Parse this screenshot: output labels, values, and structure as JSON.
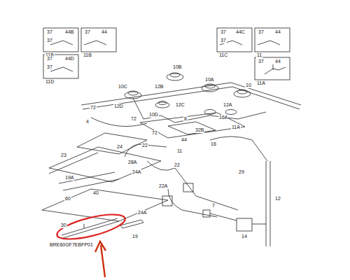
{
  "diagram": {
    "labels": [
      "37",
      "44B",
      "37",
      "11B",
      "37",
      "44",
      "11B",
      "37",
      "44C",
      "37",
      "11C",
      "37",
      "44",
      "11",
      "37",
      "44D",
      "37",
      "11D",
      "37",
      "44",
      "11A",
      "10B",
      "10C",
      "12B",
      "10A",
      "10",
      "12D",
      "12C",
      "10D",
      "12A",
      "72",
      "4",
      "72",
      "72",
      "16A",
      "32B",
      "8",
      "11A",
      "22",
      "44",
      "16",
      "24",
      "11",
      "28A",
      "24A",
      "29",
      "23",
      "22",
      "19A",
      "22A",
      "12",
      "40",
      "60",
      "24A",
      "14",
      "7",
      "30",
      "19",
      "BRE60GF7EBFP01"
    ]
  }
}
